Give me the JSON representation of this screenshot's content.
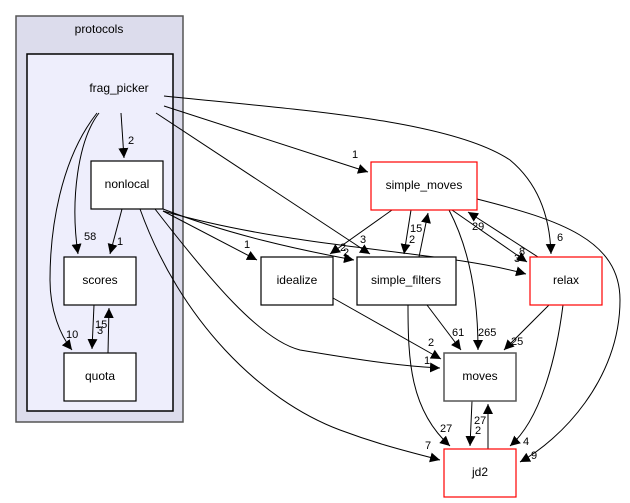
{
  "clusters": {
    "outer": {
      "label": "protocols",
      "fill": "#dcdcec",
      "stroke": "#555555"
    },
    "inner": {
      "label": "frag_picker",
      "fill": "#eeeefc",
      "stroke": "#000000"
    }
  },
  "nodes": {
    "frag_picker": {
      "label": "frag_picker",
      "style": "cluster-title"
    },
    "nonlocal": {
      "label": "nonlocal",
      "border": "#000000"
    },
    "scores": {
      "label": "scores",
      "border": "#000000"
    },
    "quota": {
      "label": "quota",
      "border": "#000000"
    },
    "simple_moves": {
      "label": "simple_moves",
      "border": "#ff0000"
    },
    "idealize": {
      "label": "idealize",
      "border": "#000000"
    },
    "simple_filters": {
      "label": "simple_filters",
      "border": "#000000"
    },
    "relax": {
      "label": "relax",
      "border": "#ff0000"
    },
    "moves": {
      "label": "moves",
      "border": "#555555"
    },
    "jd2": {
      "label": "jd2",
      "border": "#ff0000"
    }
  },
  "edges": [
    {
      "from": "frag_picker",
      "to": "nonlocal",
      "label": "2"
    },
    {
      "from": "frag_picker",
      "to": "scores",
      "label": "58"
    },
    {
      "from": "frag_picker",
      "to": "quota",
      "label": "10"
    },
    {
      "from": "frag_picker",
      "to": "simple_moves",
      "label": "1"
    },
    {
      "from": "frag_picker",
      "to": "simple_filters",
      "label": "3"
    },
    {
      "from": "frag_picker",
      "to": "relax",
      "label": "6"
    },
    {
      "from": "nonlocal",
      "to": "scores",
      "label": "1"
    },
    {
      "from": "nonlocal",
      "to": "idealize",
      "label": "1"
    },
    {
      "from": "nonlocal",
      "to": "simple_filters",
      "label": "2"
    },
    {
      "from": "nonlocal",
      "to": "relax",
      "label": "3"
    },
    {
      "from": "nonlocal",
      "to": "moves",
      "label": "1"
    },
    {
      "from": "nonlocal",
      "to": "jd2",
      "label": "7"
    },
    {
      "from": "scores",
      "to": "quota",
      "label": "3"
    },
    {
      "from": "quota",
      "to": "scores",
      "label": "15"
    },
    {
      "from": "simple_moves",
      "to": "idealize",
      "label": "2"
    },
    {
      "from": "simple_moves",
      "to": "simple_filters",
      "label": "2"
    },
    {
      "from": "simple_filters",
      "to": "simple_moves",
      "label": "15"
    },
    {
      "from": "simple_moves",
      "to": "relax",
      "label": "8"
    },
    {
      "from": "relax",
      "to": "simple_moves",
      "label": "29"
    },
    {
      "from": "simple_moves",
      "to": "moves",
      "label": "265"
    },
    {
      "from": "simple_moves",
      "to": "jd2",
      "label": "9"
    },
    {
      "from": "idealize",
      "to": "moves",
      "label": "2"
    },
    {
      "from": "simple_filters",
      "to": "moves",
      "label": "61"
    },
    {
      "from": "simple_filters",
      "to": "jd2",
      "label": "27"
    },
    {
      "from": "relax",
      "to": "moves",
      "label": "25"
    },
    {
      "from": "relax",
      "to": "jd2",
      "label": "4"
    },
    {
      "from": "moves",
      "to": "jd2",
      "label": "2"
    },
    {
      "from": "jd2",
      "to": "moves",
      "label": "27"
    }
  ]
}
